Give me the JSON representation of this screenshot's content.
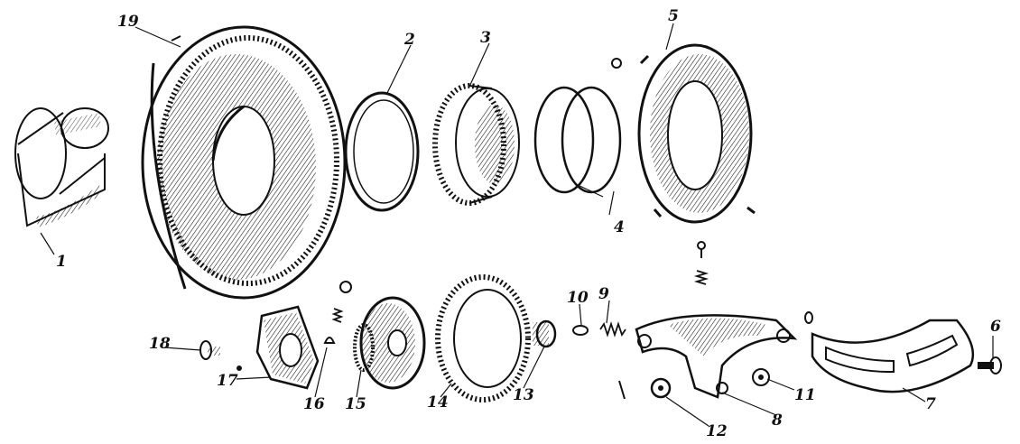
{
  "parts": [
    {
      "key": "p1",
      "number": "1"
    },
    {
      "key": "p2",
      "number": "2"
    },
    {
      "key": "p3",
      "number": "3"
    },
    {
      "key": "p4",
      "number": "4"
    },
    {
      "key": "p5",
      "number": "5"
    },
    {
      "key": "p6",
      "number": "6"
    },
    {
      "key": "p7",
      "number": "7"
    },
    {
      "key": "p8",
      "number": "8"
    },
    {
      "key": "p9",
      "number": "9"
    },
    {
      "key": "p10",
      "number": "10"
    },
    {
      "key": "p11",
      "number": "11"
    },
    {
      "key": "p12",
      "number": "12"
    },
    {
      "key": "p13",
      "number": "13"
    },
    {
      "key": "p14",
      "number": "14"
    },
    {
      "key": "p15",
      "number": "15"
    },
    {
      "key": "p16",
      "number": "16"
    },
    {
      "key": "p17",
      "number": "17"
    },
    {
      "key": "p18",
      "number": "18"
    },
    {
      "key": "p19",
      "number": "19"
    }
  ],
  "colors": {
    "ink": "#111111",
    "paper": "#ffffff"
  }
}
